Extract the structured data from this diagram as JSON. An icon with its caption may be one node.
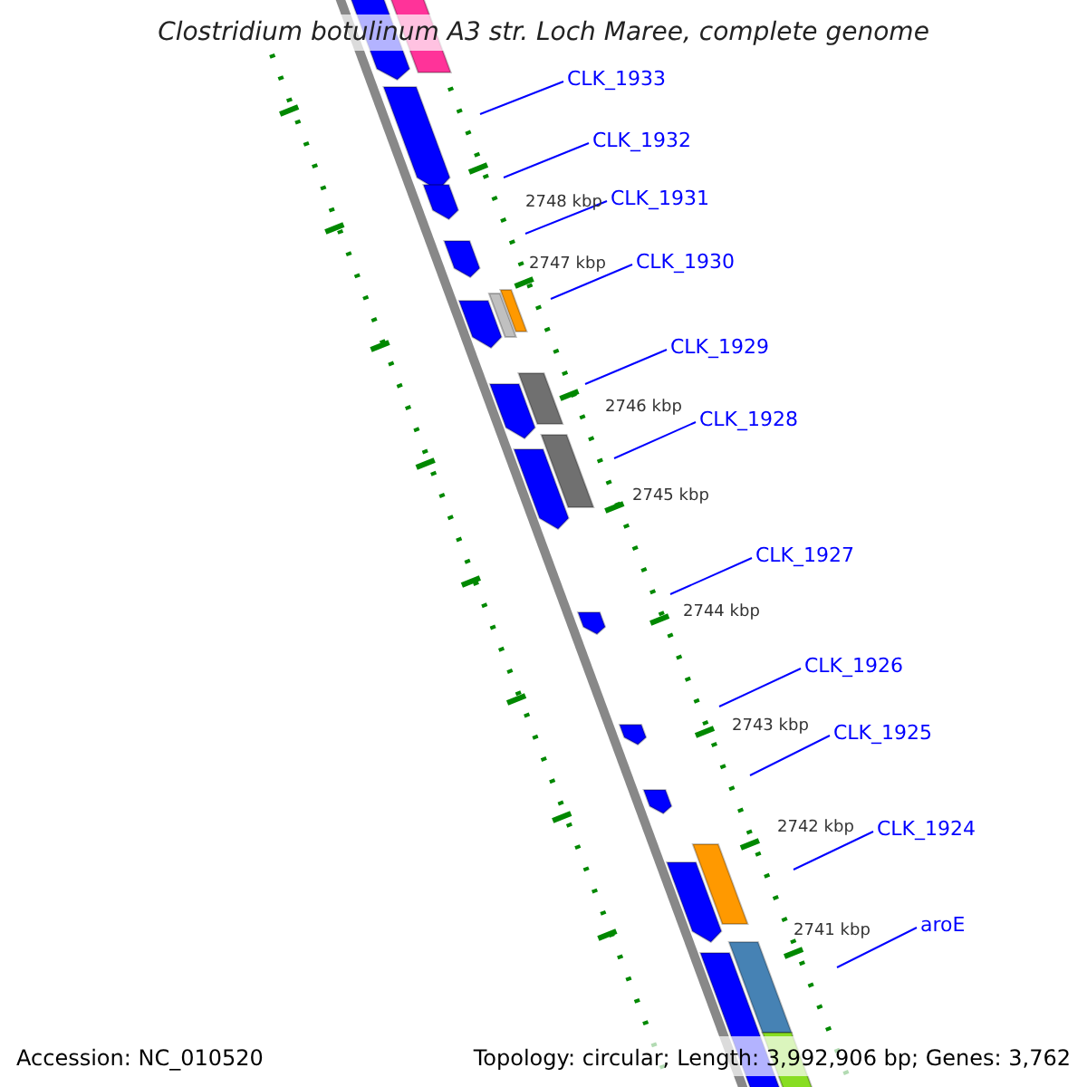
{
  "diagram": {
    "title": "Clostridium botulinum A3 str. Loch Maree, complete genome",
    "nodes": [
      {
        "text": [
          "CLK_1933"
        ]
      },
      {
        "text": [
          "CLK_1932"
        ]
      },
      {
        "text": [
          "CLK_1931"
        ]
      },
      {
        "text": [
          "CLK_1930"
        ]
      },
      {
        "text": [
          "CLK_1929"
        ]
      },
      {
        "text": [
          "CLK_1928"
        ]
      },
      {
        "text": [
          "CLK_1927"
        ]
      },
      {
        "text": [
          "CLK_1926"
        ]
      },
      {
        "text": [
          "CLK_1925"
        ]
      },
      {
        "text": [
          "CLK_1924"
        ]
      },
      {
        "text": [
          "aroE"
        ]
      }
    ],
    "edges": [
      {
        "from": 0,
        "to": null,
        "arrow": "none"
      },
      {
        "from": 1,
        "to": null,
        "arrow": "none"
      },
      {
        "from": 2,
        "to": null,
        "arrow": "none"
      },
      {
        "from": 3,
        "to": null,
        "arrow": "none"
      },
      {
        "from": 4,
        "to": null,
        "arrow": "none"
      },
      {
        "from": 5,
        "to": null,
        "arrow": "none"
      },
      {
        "from": 6,
        "to": null,
        "arrow": "none"
      },
      {
        "from": 7,
        "to": null,
        "arrow": "none"
      },
      {
        "from": 8,
        "to": null,
        "arrow": "none"
      },
      {
        "from": 9,
        "to": null,
        "arrow": "none"
      },
      {
        "from": 10,
        "to": null,
        "arrow": "none"
      }
    ],
    "labels": [
      "2748 kbp",
      "2747 kbp",
      "2746 kbp",
      "2745 kbp",
      "2744 kbp",
      "2743 kbp",
      "2742 kbp",
      "2741 kbp",
      "Accession: NC_010520",
      "Topology: circular; Length: 3,992,906 bp; Genes: 3,762"
    ]
  }
}
